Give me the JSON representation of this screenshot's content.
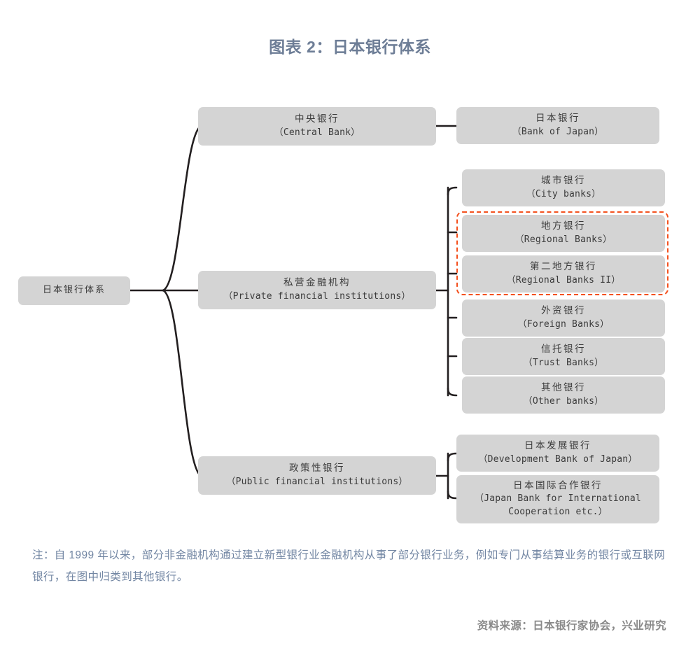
{
  "title": "图表 2：日本银行体系",
  "colors": {
    "title": "#6d7d96",
    "node_fill": "#d4d4d4",
    "node_text": "#3b3b3b",
    "connector": "#231f20",
    "highlight": "#f4511e",
    "note_text": "#7286a3",
    "source_text": "#8a8a8a",
    "background": "#ffffff"
  },
  "root": {
    "cn": "日本银行体系",
    "en": ""
  },
  "level2": [
    {
      "cn": "中央银行",
      "en": "（Central Bank）"
    },
    {
      "cn": "私营金融机构",
      "en": "（Private financial institutions）"
    },
    {
      "cn": "政策性银行",
      "en": "（Public financial institutions）"
    }
  ],
  "central_bank_children": [
    {
      "cn": "日本银行",
      "en": "（Bank of Japan）"
    }
  ],
  "private_children": [
    {
      "cn": "城市银行",
      "en": "（City banks）",
      "highlighted": false
    },
    {
      "cn": "地方银行",
      "en": "（Regional Banks）",
      "highlighted": true
    },
    {
      "cn": "第二地方银行",
      "en": "（Regional Banks II）",
      "highlighted": true
    },
    {
      "cn": "外资银行",
      "en": "（Foreign Banks）",
      "highlighted": false
    },
    {
      "cn": "信托银行",
      "en": "（Trust Banks）",
      "highlighted": false
    },
    {
      "cn": "其他银行",
      "en": "（Other banks）",
      "highlighted": false
    }
  ],
  "public_children": [
    {
      "cn": "日本发展银行",
      "en": "（Development Bank of Japan）",
      "en2": ""
    },
    {
      "cn": "日本国际合作银行",
      "en": "（Japan Bank for International",
      "en2": "Cooperation etc.）"
    }
  ],
  "note": "注：自 1999 年以来，部分非金融机构通过建立新型银行业金融机构从事了部分银行业务，例如专门从事结算业务的银行或互联网银行，在图中归类到其他银行。",
  "source": "资料来源：日本银行家协会，兴业研究"
}
